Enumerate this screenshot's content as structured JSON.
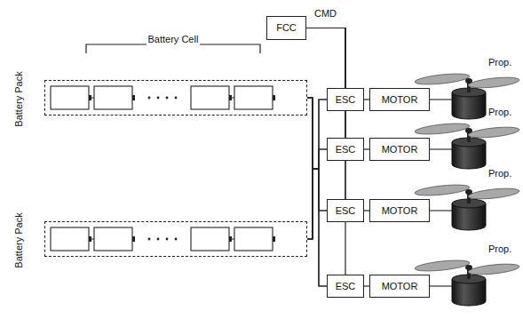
{
  "diagram": {
    "nodes": [
      {
        "text": [
          "FCC"
        ]
      },
      {
        "text": [
          "Battery Pack"
        ]
      },
      {
        "text": [
          "Battery Pack"
        ]
      },
      {
        "text": [
          "ESC"
        ]
      },
      {
        "text": [
          "MOTOR"
        ]
      },
      {
        "text": [
          "ESC"
        ]
      },
      {
        "text": [
          "MOTOR"
        ]
      },
      {
        "text": [
          "ESC"
        ]
      },
      {
        "text": [
          "MOTOR"
        ]
      },
      {
        "text": [
          "ESC"
        ]
      },
      {
        "text": [
          "MOTOR"
        ]
      }
    ],
    "edges": [
      {
        "from": 0,
        "to": 3,
        "arrow": "none"
      },
      {
        "from": 0,
        "to": 5,
        "arrow": "none"
      },
      {
        "from": 0,
        "to": 7,
        "arrow": "none"
      },
      {
        "from": 0,
        "to": 9,
        "arrow": "none"
      },
      {
        "from": 1,
        "to": 3,
        "arrow": "none"
      },
      {
        "from": 1,
        "to": 5,
        "arrow": "none"
      },
      {
        "from": 1,
        "to": 7,
        "arrow": "none"
      },
      {
        "from": 1,
        "to": 9,
        "arrow": "none"
      },
      {
        "from": 2,
        "to": 3,
        "arrow": "none"
      },
      {
        "from": 2,
        "to": 5,
        "arrow": "none"
      },
      {
        "from": 2,
        "to": 7,
        "arrow": "none"
      },
      {
        "from": 2,
        "to": 9,
        "arrow": "none"
      },
      {
        "from": 3,
        "to": 4,
        "arrow": "none"
      },
      {
        "from": 5,
        "to": 6,
        "arrow": "none"
      },
      {
        "from": 7,
        "to": 8,
        "arrow": "none"
      },
      {
        "from": 9,
        "to": 10,
        "arrow": "none"
      }
    ],
    "labels": [
      "CMD",
      "Battery Cell",
      "Prop.",
      "Prop.",
      "Prop.",
      "Prop."
    ]
  }
}
